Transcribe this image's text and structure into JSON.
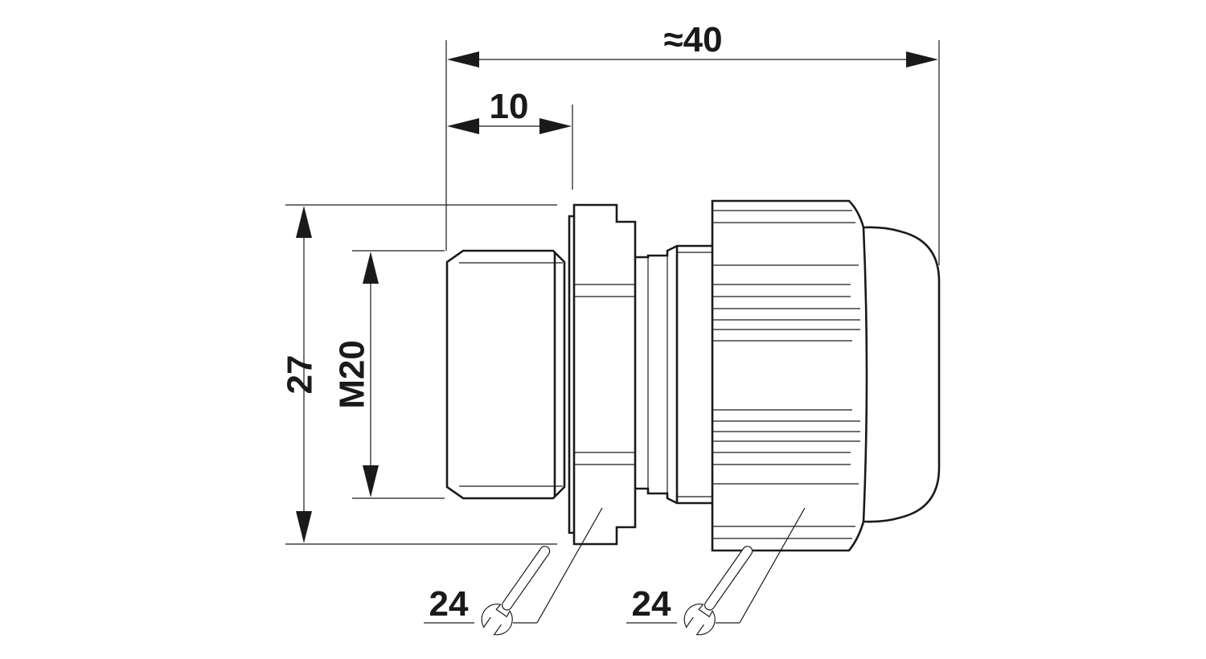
{
  "dimensions": {
    "overall_length": "≈40",
    "thread_length": "10",
    "outer_diameter": "27",
    "thread_size": "M20"
  },
  "wrenches": {
    "left_size": "24",
    "right_size": "24"
  },
  "icons": [
    "wrench-icon",
    "wrench-icon"
  ],
  "colors": {
    "line": "#1a1a1a",
    "background": "#ffffff"
  }
}
